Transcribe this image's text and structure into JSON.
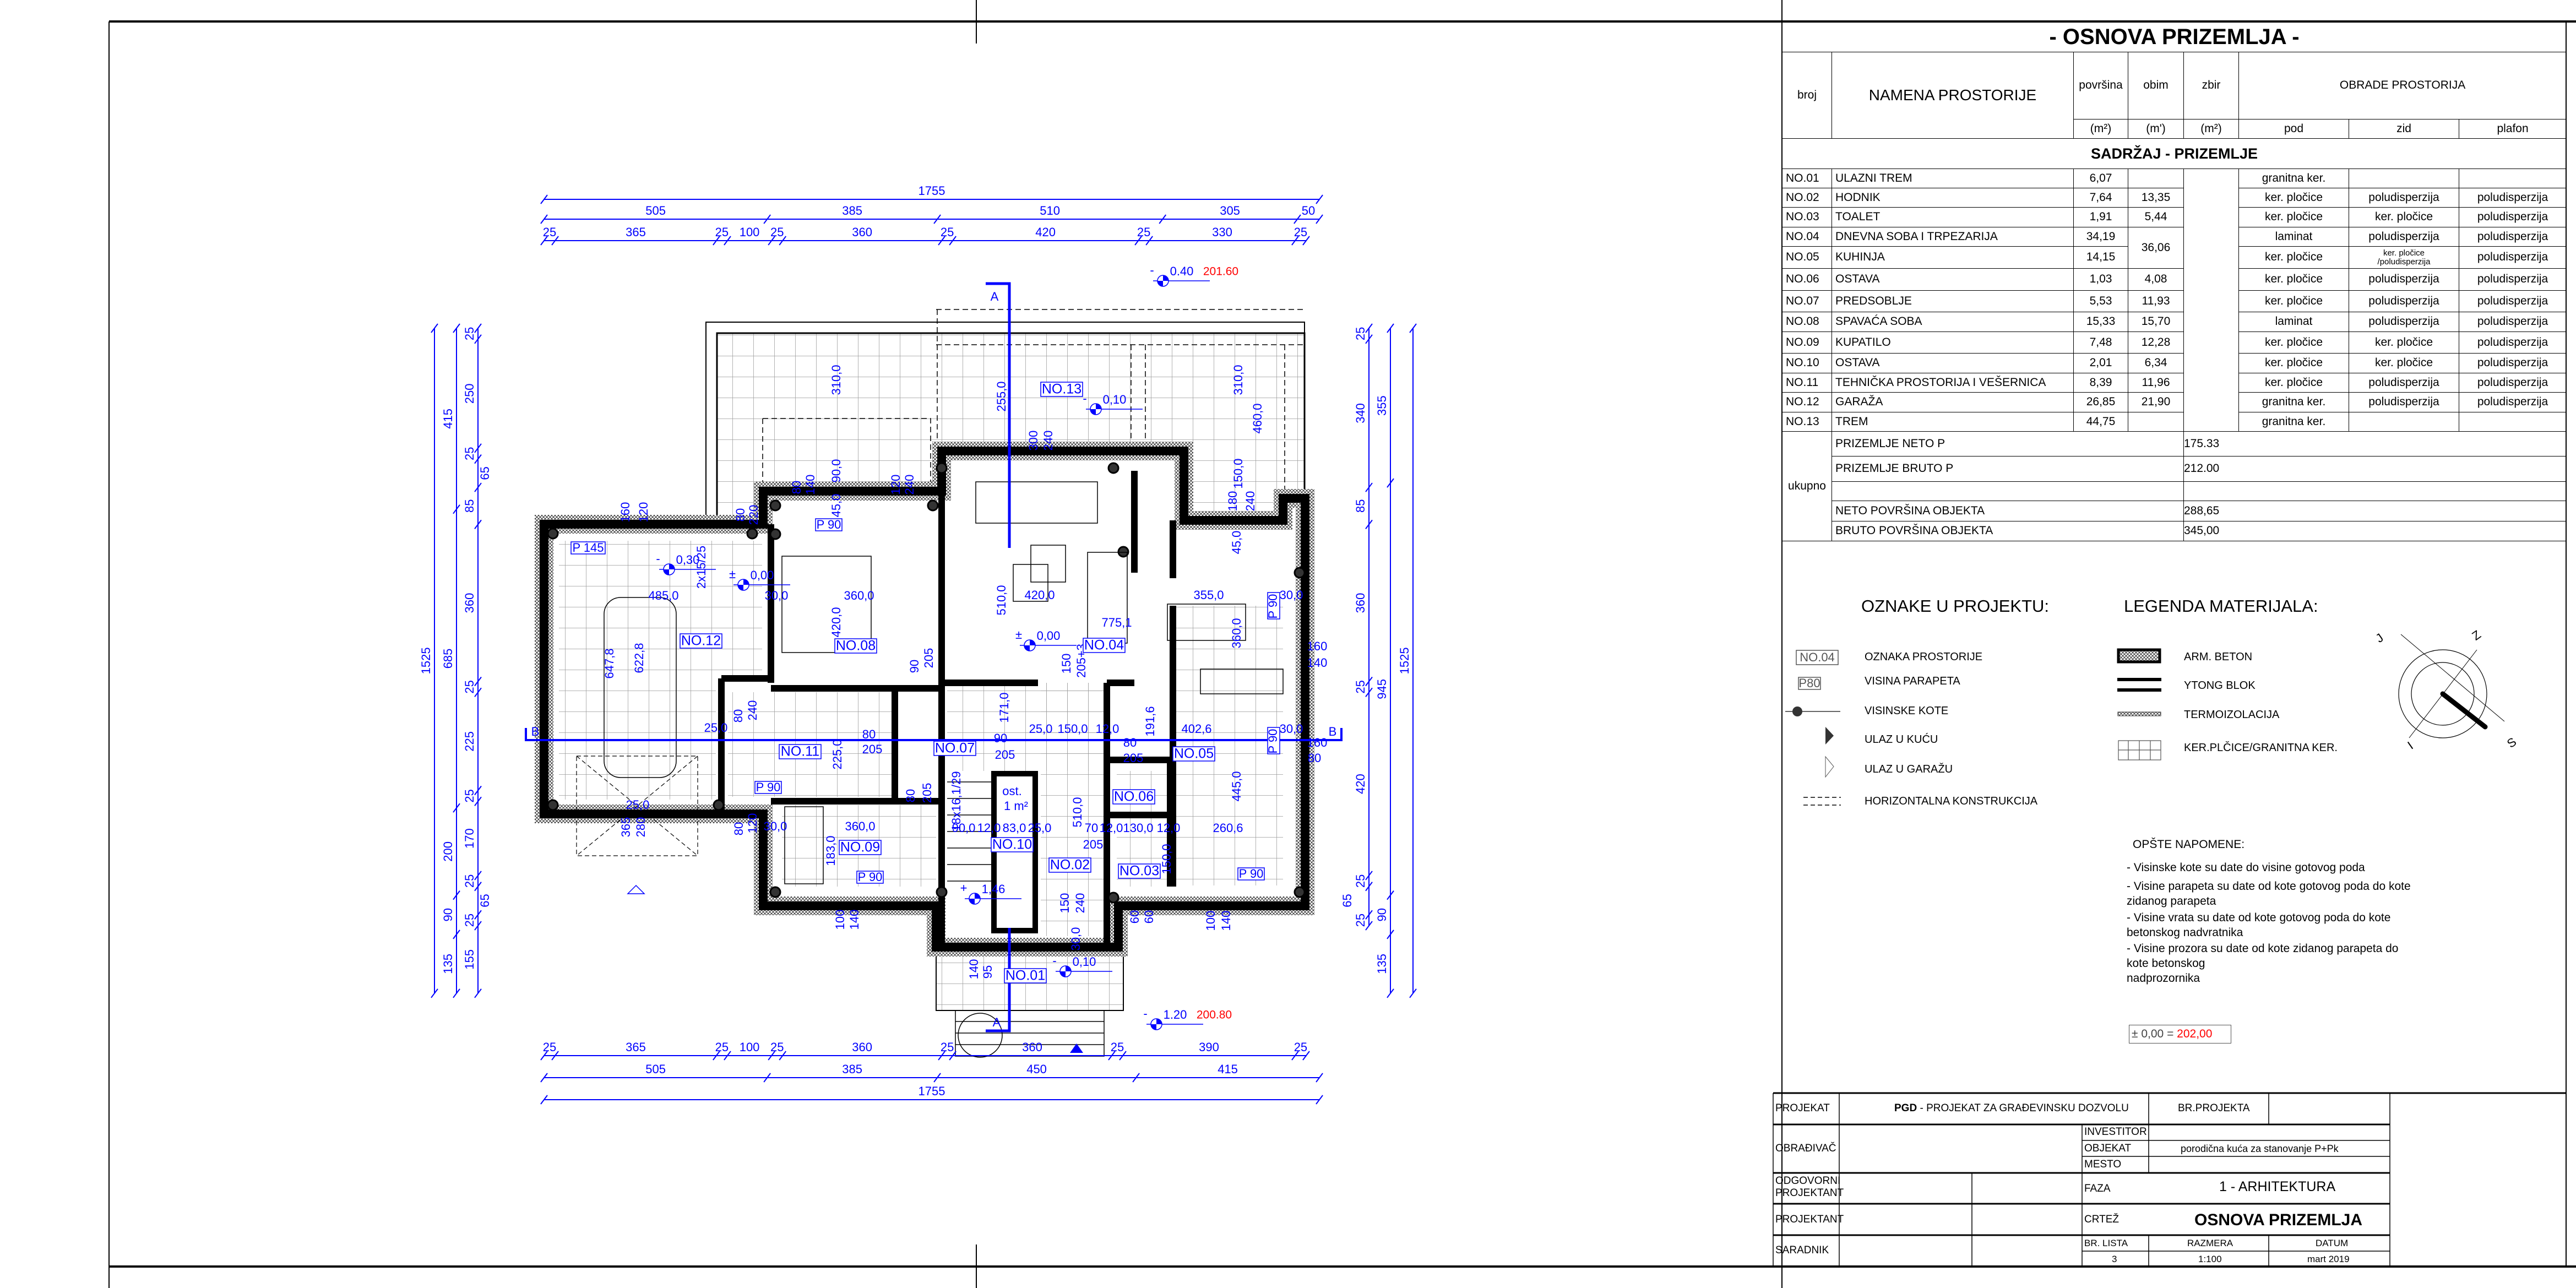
{
  "schedule": {
    "title": "- OSNOVA PRIZEMLJA -",
    "headers": {
      "broj": "broj",
      "naziv": "NAMENA PROSTORIJE",
      "povrsina": "površina",
      "obim": "obim",
      "zbir": "zbir",
      "obrade": "OBRADE PROSTORIJA"
    },
    "units": {
      "povrsina": "(m²)",
      "obim": "(m')",
      "zbir": "(m²)",
      "pod": "pod",
      "zid": "zid",
      "plafon": "plafon"
    },
    "section": "SADRŽAJ - PRIZEMLJE",
    "rows": [
      {
        "broj": "NO.01",
        "naziv": "ULAZNI TREM",
        "povrsina": "6,07",
        "obim": "",
        "pod": "granitna ker.",
        "zid": "",
        "plafon": ""
      },
      {
        "broj": "NO.02",
        "naziv": "HODNIK",
        "povrsina": "7,64",
        "obim": "13,35",
        "pod": "ker. pločice",
        "zid": "poludisperzija",
        "plafon": "poludisperzija"
      },
      {
        "broj": "NO.03",
        "naziv": "TOALET",
        "povrsina": "1,91",
        "obim": "5,44",
        "pod": "ker. pločice",
        "zid": "ker. pločice",
        "plafon": "poludisperzija"
      },
      {
        "broj": "NO.04",
        "naziv": "DNEVNA SOBA I TRPEZARIJA",
        "povrsina": "34,19",
        "obim": "36,06",
        "pod": "laminat",
        "zid": "poludisperzija",
        "plafon": "poludisperzija"
      },
      {
        "broj": "NO.05",
        "naziv": "KUHINJA",
        "povrsina": "14,15",
        "obim": "",
        "pod": "ker. pločice",
        "zid": "ker. pločice\n/poludisperzija",
        "plafon": "poludisperzija"
      },
      {
        "broj": "NO.06",
        "naziv": "OSTAVA",
        "povrsina": "1,03",
        "obim": "4,08",
        "pod": "ker. pločice",
        "zid": "poludisperzija",
        "plafon": "poludisperzija"
      },
      {
        "broj": "NO.07",
        "naziv": "PREDSOBLJE",
        "povrsina": "5,53",
        "obim": "11,93",
        "pod": "ker. pločice",
        "zid": "poludisperzija",
        "plafon": "poludisperzija"
      },
      {
        "broj": "NO.08",
        "naziv": "SPAVAĆA SOBA",
        "povrsina": "15,33",
        "obim": "15,70",
        "pod": "laminat",
        "zid": "poludisperzija",
        "plafon": "poludisperzija"
      },
      {
        "broj": "NO.09",
        "naziv": "KUPATILO",
        "povrsina": "7,48",
        "obim": "12,28",
        "pod": "ker. pločice",
        "zid": "ker. pločice",
        "plafon": "poludisperzija"
      },
      {
        "broj": "NO.10",
        "naziv": "OSTAVA",
        "povrsina": "2,01",
        "obim": "6,34",
        "pod": "ker. pločice",
        "zid": "ker. pločice",
        "plafon": "poludisperzija"
      },
      {
        "broj": "NO.11",
        "naziv": "TEHNIČKA PROSTORIJA I VEŠERNICA",
        "povrsina": "8,39",
        "obim": "11,96",
        "pod": "ker. pločice",
        "zid": "poludisperzija",
        "plafon": "poludisperzija"
      },
      {
        "broj": "NO.12",
        "naziv": "GARAŽA",
        "povrsina": "26,85",
        "obim": "21,90",
        "pod": "granitna ker.",
        "zid": "poludisperzija",
        "plafon": "poludisperzija"
      },
      {
        "broj": "NO.13",
        "naziv": "TREM",
        "povrsina": "44,75",
        "obim": "",
        "pod": "granitna ker.",
        "zid": "",
        "plafon": ""
      }
    ],
    "totals_label": "ukupno",
    "totals": [
      {
        "label": "PRIZEMLJE NETO P",
        "value": "175.33"
      },
      {
        "label": "PRIZEMLJE BRUTO P",
        "value": "212.00"
      },
      {
        "label": "",
        "value": ""
      },
      {
        "label": "NETO POVRŠINA OBJEKTA",
        "value": "288,65"
      },
      {
        "label": "BRUTO POVRŠINA OBJEKTA",
        "value": "345,00"
      }
    ]
  },
  "legend": {
    "oznake_title": "OZNAKE U PROJEKTU:",
    "materijali_title": "LEGENDA MATERIJALA:",
    "oznake": [
      {
        "symbol": "NO.04",
        "label": "OZNAKA PROSTORIJE",
        "icon": "room-tag-icon"
      },
      {
        "symbol": "P80",
        "label": "VISINA PARAPETA",
        "icon": "parapet-tag-icon"
      },
      {
        "symbol": "",
        "label": "VISINSKE KOTE",
        "icon": "level-mark-icon"
      },
      {
        "symbol": "",
        "label": "ULAZ U KUĆU",
        "icon": "filled-triangle-icon"
      },
      {
        "symbol": "",
        "label": "ULAZ U GARAŽU",
        "icon": "open-triangle-icon"
      },
      {
        "symbol": "",
        "label": "HORIZONTALNA KONSTRUKCIJA",
        "icon": "dashed-lines-icon"
      }
    ],
    "materijali": [
      {
        "label": "ARM. BETON",
        "icon": "concrete-hatch-icon"
      },
      {
        "label": "YTONG BLOK",
        "icon": "double-line-icon"
      },
      {
        "label": "TERMOIZOLACIJA",
        "icon": "insulation-hatch-icon"
      },
      {
        "label": "KER.PLČICE/GRANITNA KER.",
        "icon": "tile-grid-icon"
      }
    ],
    "compass": {
      "letters": [
        "J",
        "Z",
        "I",
        "S"
      ]
    }
  },
  "notes": {
    "title": "OPŠTE NAPOMENE:",
    "lines": [
      "- Visinske kote su date do visine gotovog poda",
      "- Visine parapeta su date od kote gotovog poda do kote zidanog parapeta",
      "- Visine vrata su date od kote gotovog poda do kote betonskog nadvratnika",
      "- Visine prozora su date od kote zidanog parapeta do kote betonskog\nnadprozornika"
    ],
    "datum_prefix": "± 0,00 = ",
    "datum_value": "202,00"
  },
  "title_block": {
    "projekat_label": "PROJEKAT",
    "projekat_bold": "PGD",
    "projekat_value": " - PROJEKAT ZA GRAĐEVINSKU DOZVOLU",
    "br_projekta_label": "BR.PROJEKTA",
    "obradivac_label": "OBRAĐIVAČ",
    "investitor_label": "INVESTITOR",
    "objekat_label": "OBJEKAT",
    "objekat_value": "porodična kuća za stanovanje P+Pk",
    "mesto_label": "MESTO",
    "odgovorni_label": "ODGOVORNI\nPROJEKTANT",
    "faza_label": "FAZA",
    "faza_value": "1 - ARHITEKTURA",
    "projektant_label": "PROJEKTANT",
    "crtez_label": "CRTEŽ",
    "crtez_value": "OSNOVA PRIZEMLJA",
    "saradnik_label": "SARADNIK",
    "br_lista_label": "BR. LISTA",
    "br_lista_value": "3",
    "razmera_label": "RAZMERA",
    "razmera_value": "1:100",
    "datum_label": "DATUM",
    "datum_value": "mart 2019"
  },
  "plan": {
    "colors": {
      "dimension": "#0000ff",
      "elevation": "#ff0000",
      "wall": "#000000",
      "grid": "#9a9a9a"
    },
    "chains": {
      "top": [
        [
          1755
        ],
        [
          505,
          385,
          510,
          305,
          50
        ],
        [
          25,
          365,
          25,
          100,
          25,
          360,
          25,
          420,
          25,
          330,
          25
        ]
      ],
      "bottom": [
        [
          25,
          365,
          25,
          100,
          25,
          360,
          25,
          360,
          25,
          390,
          25
        ],
        [
          505,
          385,
          450,
          415
        ],
        [
          1755
        ]
      ],
      "left": [
        [
          1525
        ],
        [
          415,
          685,
          200,
          90,
          135
        ],
        [
          25,
          250,
          25,
          65,
          85,
          360,
          25,
          225,
          25,
          170,
          25,
          65,
          25,
          155
        ]
      ],
      "right": [
        [
          25,
          340,
          85,
          360,
          25,
          420,
          25,
          65,
          25
        ],
        [
          355,
          945,
          90,
          135
        ],
        [
          1525
        ]
      ]
    },
    "rooms": [
      "NO.12",
      "NO.08",
      "NO.13",
      "NO.04",
      "NO.11",
      "NO.09",
      "NO.07",
      "NO.10",
      "NO.02",
      "NO.06",
      "NO.03",
      "NO.05",
      "NO.01"
    ],
    "parapets": [
      "P 145",
      "P 90",
      "P 90",
      "P 90",
      "P 90",
      "P 90",
      "P 90"
    ],
    "levels": [
      {
        "sign": "-",
        "value": "0,30",
        "abs": ""
      },
      {
        "sign": "±",
        "value": "0,00",
        "abs": ""
      },
      {
        "sign": "-",
        "value": "0.40",
        "abs": "201.60"
      },
      {
        "sign": "-",
        "value": "0,10",
        "abs": ""
      },
      {
        "sign": "±",
        "value": "0,00",
        "abs": ""
      },
      {
        "sign": "+",
        "value": "1,46",
        "abs": ""
      },
      {
        "sign": "-",
        "value": "0,10",
        "abs": ""
      },
      {
        "sign": "-",
        "value": "1.20",
        "abs": "200.80"
      }
    ],
    "sections": {
      "a": "A",
      "b": "B"
    },
    "dims": [
      "310,0",
      "90,0",
      "45,0",
      "80",
      "140",
      "120",
      "240",
      "160",
      "120",
      "80",
      "220",
      "485,0",
      "30,0",
      "360,0",
      "420,0",
      "2x15/25",
      "255,0",
      "300",
      "240",
      "310,0",
      "460,0",
      "150,0",
      "180",
      "240",
      "45,0",
      "510,0",
      "420,0",
      "355,0",
      "775,1",
      "30,0",
      "360,0",
      "160",
      "140",
      "647,8",
      "622,8",
      "80",
      "240",
      "25,0",
      "225,0",
      "80",
      "205",
      "90",
      "205",
      "80",
      "205",
      "25,0",
      "365",
      "280",
      "80",
      "120",
      "30,0",
      "360,0",
      "183,0",
      "100",
      "140",
      "150",
      "205+3",
      "171,0",
      "25,0",
      "150,0",
      "12,0",
      "191,6",
      "402,6",
      "30,0",
      "160",
      "80",
      "90",
      "205",
      "80",
      "205",
      "445,0",
      "510,0",
      "90,0",
      "12,0",
      "83,0",
      "25,0",
      "70",
      "12,0",
      "130,0",
      "12,0",
      "260,6",
      "205",
      "150,0",
      "150",
      "240",
      "30,0",
      "60",
      "60",
      "100",
      "140",
      "140",
      "95",
      "ost.",
      "1 m²",
      "18x16,1/29"
    ]
  }
}
